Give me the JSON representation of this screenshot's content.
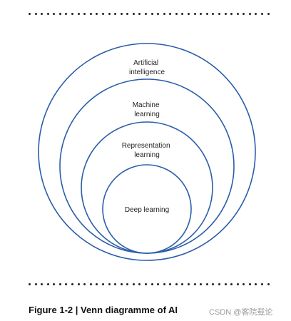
{
  "diagram": {
    "circles": [
      {
        "id": "ai",
        "label_lines": [
          "Artificial",
          "intelligence"
        ]
      },
      {
        "id": "ml",
        "label_lines": [
          "Machine",
          "learning"
        ]
      },
      {
        "id": "rl",
        "label_lines": [
          "Representation",
          "learning"
        ]
      },
      {
        "id": "dl",
        "label_lines": [
          "Deep learning"
        ]
      }
    ],
    "stroke_color": "#2a5ea8"
  },
  "caption": "Figure 1-2 | Venn diagramme of AI",
  "watermark": "CSDN @客院载论"
}
